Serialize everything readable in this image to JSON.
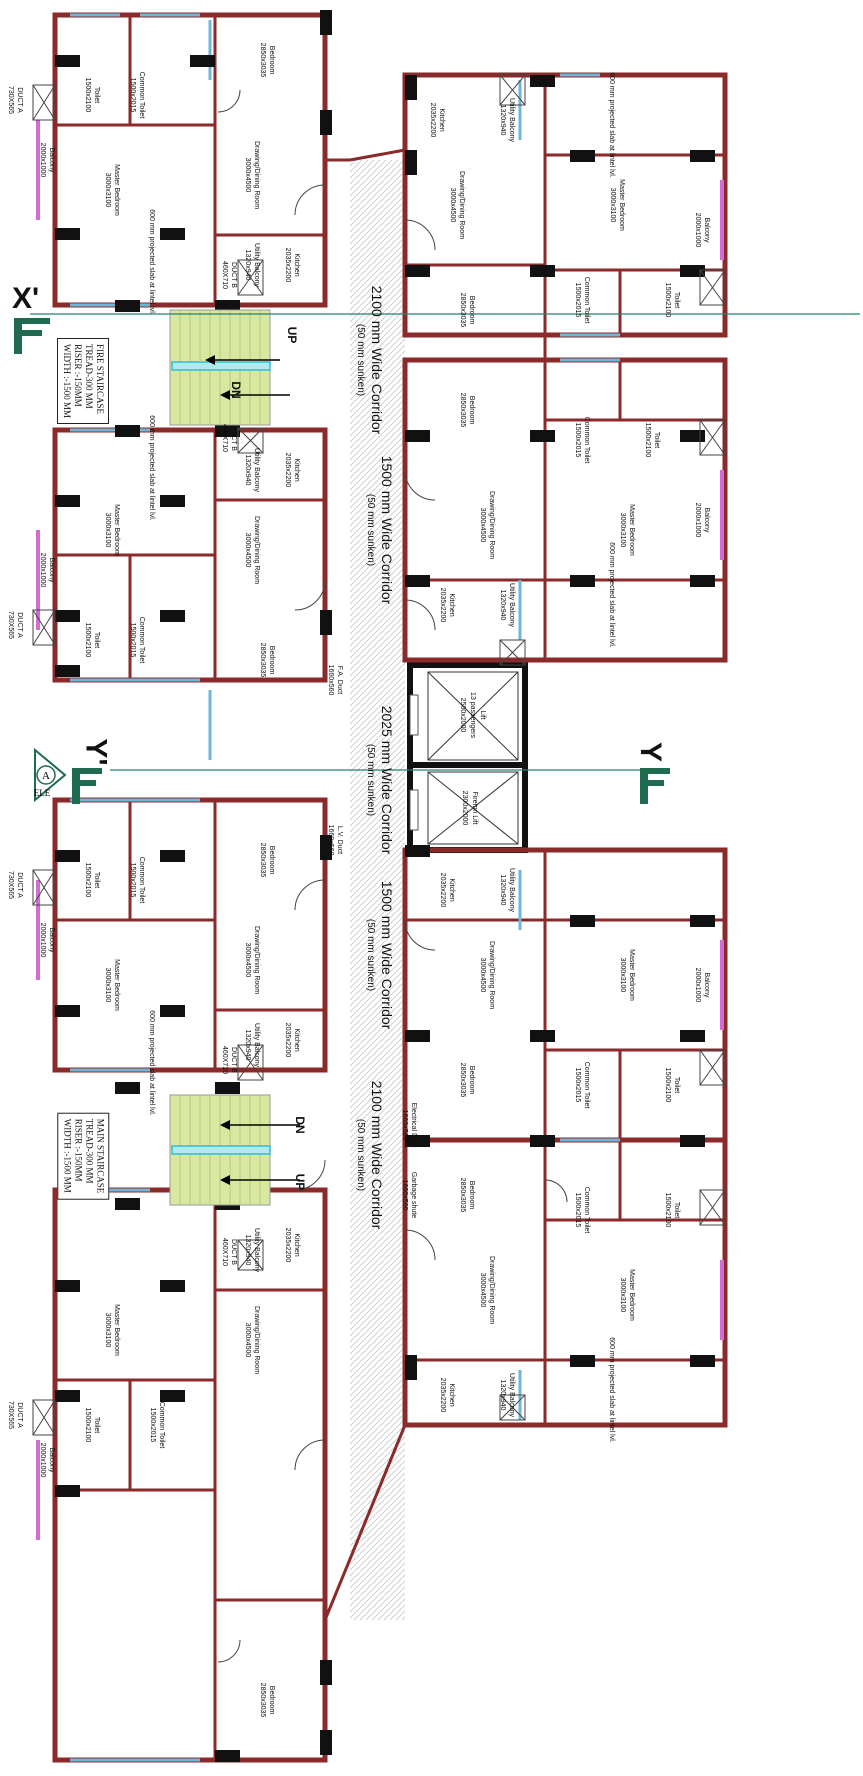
{
  "corridors": [
    {
      "width": "2100 mm Wide Corridor",
      "note": "(50 mm sunken)"
    },
    {
      "width": "1500 mm Wide Corridor",
      "note": "(50 mm sunken)"
    },
    {
      "width": "2025 mm Wide Corridor",
      "note": "(50 mm sunken)"
    },
    {
      "width": "1500 mm Wide Corridor",
      "note": "(50 mm sunken)"
    },
    {
      "width": "2100 mm Wide Corridor",
      "note": "(50 mm sunken)"
    }
  ],
  "fire_staircase": {
    "l1": "FIRE STAIRCASE",
    "l2": "TREAD-300 MM",
    "l3": "RISER :-150MM",
    "l4": "WIDTH :-1500 MM"
  },
  "main_staircase": {
    "l1": "MAIN STAIRCASE",
    "l2": "TREAD-300 MM",
    "l3": "RISER :-150MM",
    "l4": "WIDTH :-1500 MM"
  },
  "stair_labels": {
    "up": "UP",
    "dn": "DN"
  },
  "grid": {
    "x": "X'",
    "y_left": "Y'",
    "y_right": "Y"
  },
  "ele_tag": {
    "letter": "A",
    "text": "ELE"
  },
  "lifts": [
    {
      "name": "Lift",
      "capacity": "13 passengers",
      "size": "2500x2000"
    },
    {
      "name": "Firemn Lift",
      "size": "2300x2000"
    }
  ],
  "ducts": {
    "fire": "F.A. Duct",
    "fire_size": "1660x560",
    "lv": "L.V. Duct",
    "lv_size": "1660x560",
    "electrical": "Electrical Duct",
    "electrical_size": "1660x560",
    "garbage": "Garbage shute",
    "garbage_size": "1660x560",
    "duct_a": "DUCT A",
    "duct_a_size": "730X565",
    "duct_b": "DUCT B",
    "duct_b_size": "460X710"
  },
  "rooms": {
    "bedroom": "Bedroom",
    "bedroom_size": "2850x3035",
    "master": "Master Bedroom",
    "master_size": "3000x3100",
    "drawing": "Drawing/Dining Room",
    "drawing_size": "3000x4500",
    "kitchen": "Kitchen",
    "kitchen_size": "2035x2200",
    "toilet": "Toilet",
    "toilet_size": "1500x2100",
    "common": "Common Toilet",
    "common_size": "1500x2015",
    "balcony": "Balcony",
    "balcony_size": "2000x1000",
    "utility": "Utility Balcony",
    "utility_size": "1320x940"
  },
  "wall_note": "600 mm projected slab at lintel lvl.",
  "colors": {
    "wall": "#8a2a2a",
    "column": "#111111",
    "window": "#6fb7d8",
    "balcony_rail": "#d46ad4",
    "stair": "#d8e8a0",
    "handrail": "#30c0d0",
    "dimension": "#cc9900",
    "grid_line": "#2a7f6f",
    "grid_tag": "#1f6b4f"
  }
}
